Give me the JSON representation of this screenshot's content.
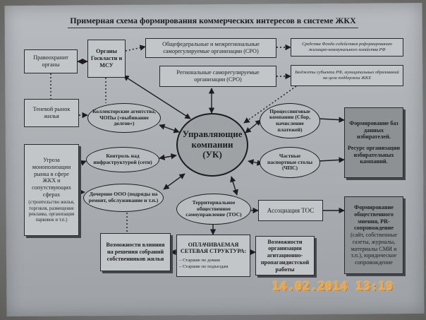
{
  "title": "Примерная схема формирования коммерческих интересов в системе ЖКХ",
  "timestamp": "14.02.2014 13:19",
  "center": {
    "line1": "Управляющие",
    "line2": "компании",
    "line3": "(УК)"
  },
  "boxes": {
    "law_enforcement": "Правоохранит органы",
    "government": "Органы Госвласти и МСУ",
    "federal_sro": "Общефедеральные и межрегиональные саморегулируемые организации (СРО)",
    "regional_sro": "Региональные саморегулируемые организации (СРО)",
    "fund_assistance": "Средства Фонда содействия реформированию жилищно-коммунального хозяйства РФ",
    "budgets": "Бюджеты субъекта РФ, муниципальных образований на цели поддержки ЖКХ",
    "shadow_market": "Теневой рынок жилья",
    "monopolization": "Угроза монополизации рынка в сфере ЖКХ и сопутствующих сферах",
    "monopolization_detail": "(строительство жилья, торговля, размещение рекламы, организация парковок и т.п.)",
    "database": "Формирование баз данных избирателей.",
    "resource": "Ресурс организации избирательных кампаний.",
    "tos_association": "Ассоциация ТОС",
    "public_opinion": "Формирование общественного мнения, PR-сопровождение",
    "public_opinion_detail": "(сайт, собственные газеты, журналы, материалы СМИ и т.п.), юридическое сопровождение",
    "owner_influence": "Возможности влияния на решения собраний собственников жилья",
    "paid_network": "ОПЛАЧИВАЕМАЯ СЕТЕВАЯ СТРУКТУРА:",
    "paid_network_items": [
      "Старшие по домам",
      "Старшие по подъездам"
    ],
    "agitation": "Возможности организации агитационно-пропагандистской работы"
  },
  "ellipses": {
    "collectors": "Коллекторские агентства, ЧОПы («выбивание долгов»)",
    "infrastructure": "Контроль над инфраструктурой (сети)",
    "subsidiaries": "Дочерние ООО (подряды на ремонт, обслуживание и т.п.)",
    "processing": "Процессинговые компании (Сбор, начисление платежей)",
    "passport": "Частные паспортные столы (ЧПС)",
    "tos": "Территориальное общественное самоуправление (ТОС)"
  }
}
